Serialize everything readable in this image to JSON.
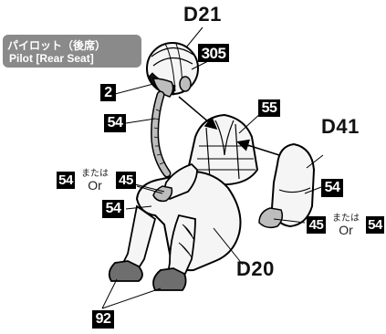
{
  "title": {
    "jp": "パイロット（後席）",
    "en": "Pilot [Rear Seat]"
  },
  "parts": {
    "d21": "D21",
    "d41": "D41",
    "d20": "D20"
  },
  "colors": {
    "badge_bg": "#000000",
    "title_bg": "#8a8a8a",
    "figure_fill": "#f5f5f5",
    "gray_part": "#bdbdbd"
  },
  "badges": {
    "c305": "305",
    "c2": "2",
    "c55": "55",
    "c54_hose": "54",
    "c54_left": "54",
    "c45_left": "45",
    "c54_body": "54",
    "c54_arm": "54",
    "c45_right": "45",
    "c54_right": "54",
    "c92": "92"
  },
  "alternatives": {
    "left": {
      "jp": "または",
      "en": "Or"
    },
    "right": {
      "jp": "または",
      "en": "Or"
    }
  }
}
